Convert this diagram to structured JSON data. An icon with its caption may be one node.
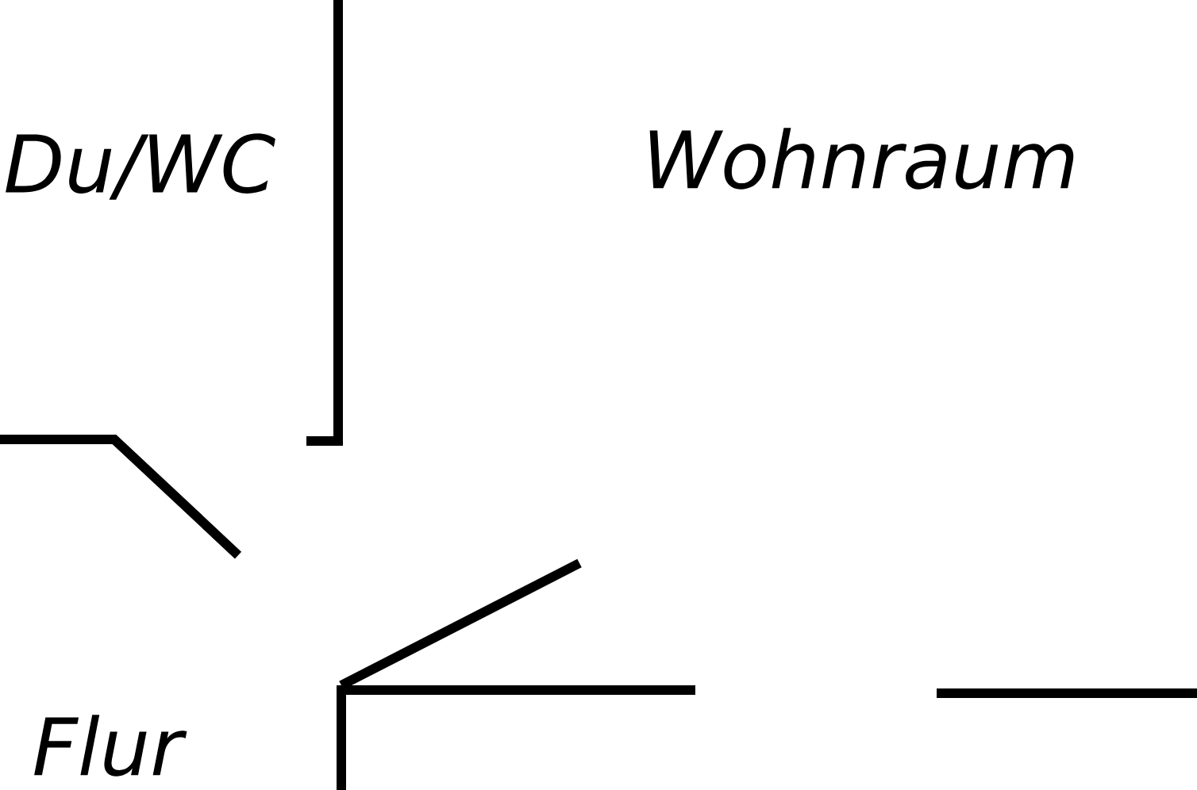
{
  "diagram": {
    "labels": [
      "Du/WC",
      "Wohnraum",
      "Flur"
    ]
  }
}
